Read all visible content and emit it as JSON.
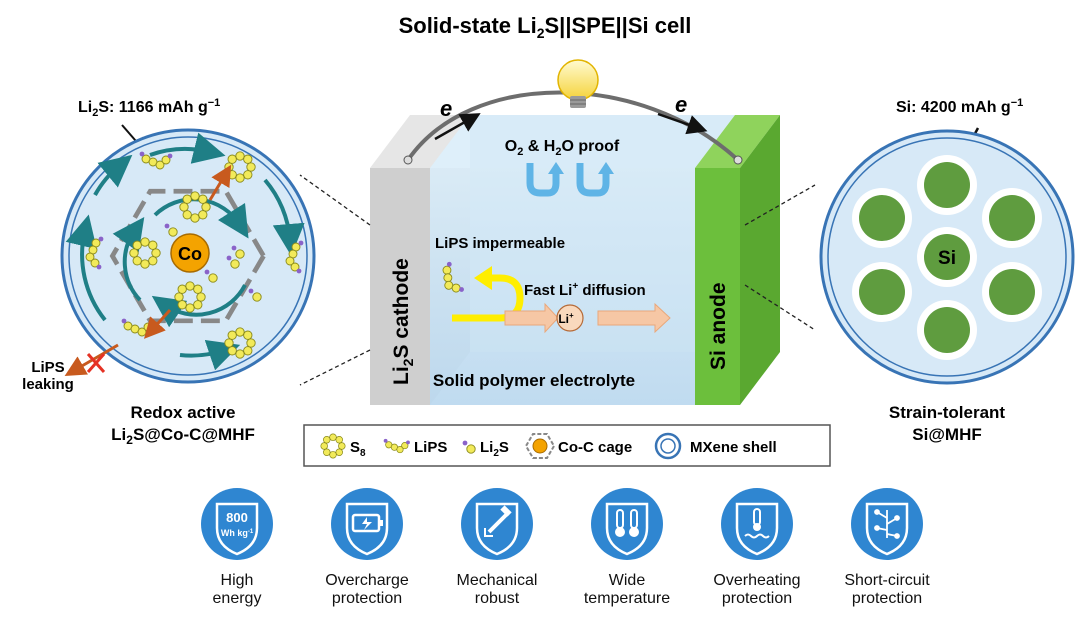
{
  "title": {
    "pre": "Solid-state Li",
    "sub": "2",
    "post": "S||SPE||Si cell"
  },
  "electron_symbol": "e",
  "left_panel": {
    "capacity": {
      "pre": "Li",
      "sub": "2",
      "post": "S: 1166 mAh g",
      "sup": "−1"
    },
    "core_label": "Co",
    "leak_label_1": "LiPS",
    "leak_label_2": "leaking",
    "caption_1": "Redox active",
    "caption_2": {
      "pre": "Li",
      "sub": "2",
      "post": "S@Co-C@MHF"
    }
  },
  "right_panel": {
    "capacity": "Si: 4200 mAh g",
    "capacity_sup": "−1",
    "core_label": "Si",
    "caption_1": "Strain-tolerant",
    "caption_2": "Si@MHF"
  },
  "cell": {
    "proof": {
      "pre": "O",
      "sub1": "2",
      "mid": " & H",
      "sub2": "2",
      "post": "O proof"
    },
    "impermeable": "LiPS impermeable",
    "diffusion": {
      "pre": "Fast Li",
      "sup": "+",
      "post": " diffusion"
    },
    "li_ion": "Li",
    "li_ion_sup": "+",
    "cathode": {
      "pre": "Li",
      "sub": "2",
      "post": "S cathode"
    },
    "anode": "Si anode",
    "electrolyte": "Solid polymer electrolyte"
  },
  "legend": [
    {
      "label": "S",
      "sub": "8"
    },
    {
      "label": "LiPS",
      "sub": ""
    },
    {
      "label": "Li",
      "sub": "2",
      "post": "S"
    },
    {
      "label": "Co-C cage",
      "sub": ""
    },
    {
      "label": "MXene shell",
      "sub": ""
    }
  ],
  "features": [
    {
      "icon": "energy-800-icon",
      "value": "800",
      "unit": "Wh kg",
      "unit_sup": "-1",
      "line1": "High",
      "line2": "energy"
    },
    {
      "icon": "battery-charge-icon",
      "line1": "Overcharge",
      "line2": "protection"
    },
    {
      "icon": "hammer-crack-icon",
      "line1": "Mechanical",
      "line2": "robust"
    },
    {
      "icon": "thermometer-icon",
      "line1": "Wide",
      "line2": "temperature"
    },
    {
      "icon": "heat-wave-icon",
      "line1": "Overheating",
      "line2": "protection"
    },
    {
      "icon": "circuit-icon",
      "line1": "Short-circuit",
      "line2": "protection"
    }
  ],
  "colors": {
    "accent_blue": "#2f86d1",
    "anode_green": "#6cbf3c",
    "cathode_gray": "#cfcfcf",
    "electrolyte_blue": "#c9e2f3",
    "sulfur_yellow": "#f2ea5a",
    "cobalt_orange": "#f4a300",
    "arrow_teal": "#1f7f86"
  }
}
